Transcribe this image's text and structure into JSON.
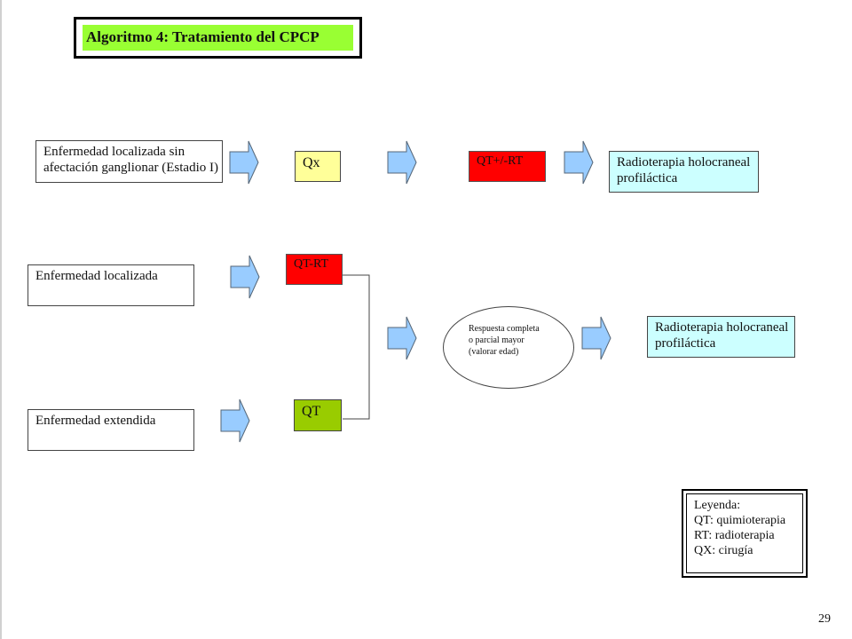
{
  "title": "Algoritmo 4: Tratamiento del CPCP",
  "row1": {
    "condition_lines": [
      "Enfermedad localizada sin",
      "afectación ganglionar (Estadio I)"
    ],
    "step1": "Qx",
    "step2": "QT+/-RT",
    "outcome_lines": [
      "Radioterapia  holocraneal",
      "profiláctica"
    ]
  },
  "row2": {
    "condition_a": "Enfermedad localizada",
    "treatment_a": "QT-RT",
    "condition_b": "Enfermedad extendida",
    "treatment_b": "QT",
    "response_lines": [
      "Respuesta completa",
      "o parcial mayor",
      "(valorar edad)"
    ],
    "outcome_lines": [
      "Radioterapia  holocraneal",
      "profiláctica"
    ]
  },
  "legend": {
    "heading": "Leyenda:",
    "items": [
      "QT: quimioterapia",
      "RT: radioterapia",
      "QX: cirugía"
    ]
  },
  "page_number": "29",
  "colors": {
    "title_fill": "#99ff33",
    "qx_fill": "#ffff99",
    "red_fill": "#ff0000",
    "qt_fill": "#99cc00",
    "outcome_fill": "#ccffff",
    "arrow_fill": "#99ccff"
  }
}
